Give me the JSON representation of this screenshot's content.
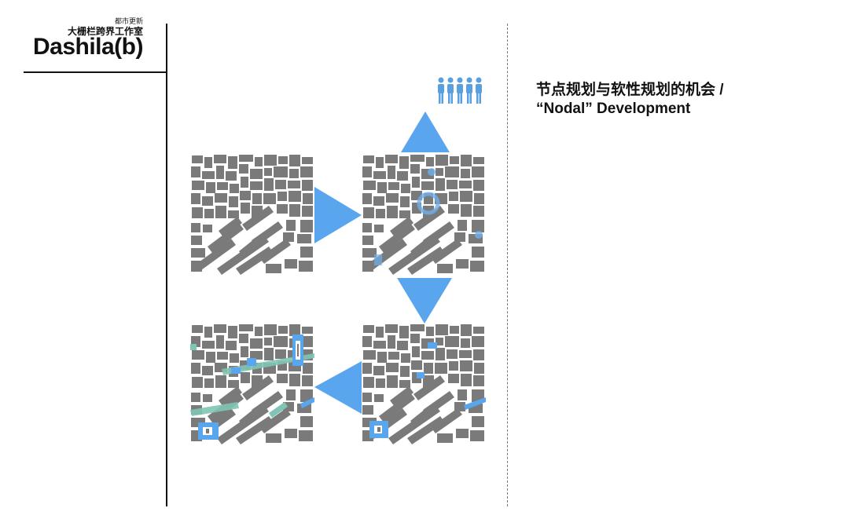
{
  "brand": {
    "category": "都市更新",
    "studio": "大栅栏跨界工作室",
    "name": "Dashila(b)"
  },
  "heading": {
    "line1": "节点规划与软性规划的机会 /",
    "line2": "“Nodal” Development"
  },
  "colors": {
    "building": "#7a7a7a",
    "arrow": "#5aa6ee",
    "node": "#6fb0ee",
    "green_path": "#7fc4b4",
    "people_icon": "#5aa0e0"
  },
  "icons": [
    "people-group-icon"
  ]
}
